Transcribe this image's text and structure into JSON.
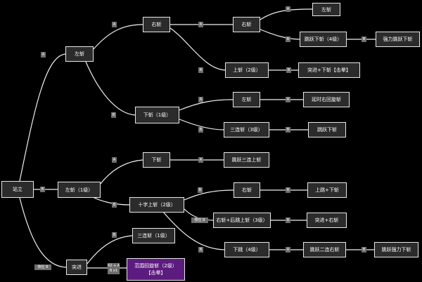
{
  "colors": {
    "background": "#000000",
    "node_fill": "#2b2b2b",
    "node_border": "#e8e8e8",
    "edge": "#f0f0f0",
    "label_fill": "#6e6e6e",
    "highlight_fill": "#5c1b7e"
  },
  "nodes": {
    "zhanli": "站立",
    "zuozhan_a": "左斩",
    "youzhan_a": "右斩",
    "youzhan_b": "右斩",
    "zuozhan_end_a": "左斩",
    "tiaoyue_xiazhan_4": "跳跃下斩（4级）",
    "qiangli_tiaoyue_xiazhan": "强力跳跃下斩",
    "shangzhan_2": "上斩（2级）",
    "tujin_xiazhan_jiyun": "突进+下斩【击晕】",
    "xiazhan_1_a": "下斩（1级）",
    "zuozhan_b": "左斩",
    "yanshi_youhuixuanzhan": "延时右回旋斩",
    "sanlianzhan_3": "三连斩（3级）",
    "tiaoyue_xiazhan": "跳跃下斩",
    "zuozhan_1": "左斩（1级）",
    "xiazhan_b": "下斩",
    "tiaoyue_sanlian_shangzhan": "跳跃三连上斩",
    "shizi_shangzhan_2": "十字上斩（2级）",
    "youzhan_c": "右斩",
    "shangtiao_xiazhan": "上跳+下斩",
    "youzhan_houtiao_shangzhan_3": "右斩+后跳上斩（3级）",
    "tujin_youzhan": "突进+右斩",
    "xiatiao_4": "下跳（4级）",
    "tiaoyue_erlian_youzhan": "跳跃二连右斩",
    "tiaoyue_qiangli_xiazhan": "跳跃强力下斩",
    "sanlianzhan_1": "三连斩（1级）",
    "tujin": "突进",
    "fanwei_huixuanzhan": {
      "line1": "范围回旋斩（2级）",
      "line2": "【击晕】"
    }
  },
  "edge_labels": {
    "e1": "A",
    "e2": "A",
    "e3": "A",
    "e4": "A",
    "e5": "B",
    "e6": "B",
    "e7": "B",
    "e8": "B",
    "e9": "B",
    "e10": "B",
    "e11": "A",
    "e12": "A",
    "e13": "B",
    "e14": "B",
    "e15": "A",
    "e16": "A",
    "e17": "B",
    "e18": "B",
    "e19": "B",
    "e20": "B",
    "e21": "A",
    "e22": "B",
    "e23": "B",
    "e24": "B",
    "e25": "按住 B",
    "e26": "按住 B",
    "e27": {
      "line1": "R2 + A",
      "line2": "B x1"
    }
  }
}
